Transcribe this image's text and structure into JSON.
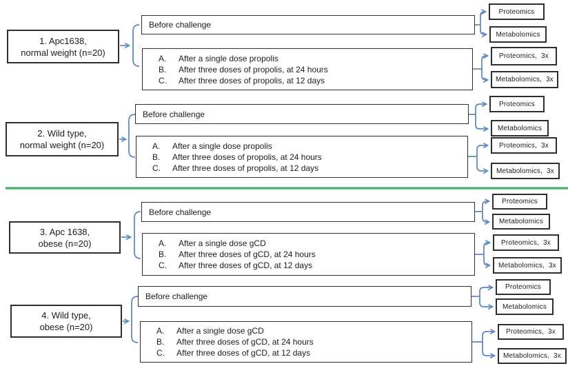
{
  "diagram": {
    "connector_color": "#5b87be",
    "divider_color": "#3db269",
    "box_border_color": "#2d2d2d",
    "groups": [
      {
        "label_line1": "1. Apc1638,",
        "label_line2": "normal weight (n=20)",
        "before_label": "Before challenge",
        "before_outputs": [
          "Proteomics",
          "Metabolomics"
        ],
        "after_items": [
          {
            "letter": "A.",
            "text": "After a single dose propolis"
          },
          {
            "letter": "B.",
            "text": "After three doses of propolis, at 24 hours"
          },
          {
            "letter": "C.",
            "text": "After three doses of propolis, at 12 days"
          }
        ],
        "after_outputs": [
          "Proteomics,  3x",
          "Metabolomics,  3x"
        ]
      },
      {
        "label_line1": "2. Wild type,",
        "label_line2": "normal weight (n=20)",
        "before_label": "Before challenge",
        "before_outputs": [
          "Proteomics",
          "Metabolomics"
        ],
        "after_items": [
          {
            "letter": "A.",
            "text": "After a single dose propolis"
          },
          {
            "letter": "B.",
            "text": "After three doses of propolis, at 24 hours"
          },
          {
            "letter": "C.",
            "text": "After three doses of propolis, at 12 days"
          }
        ],
        "after_outputs": [
          "Proteomics,  3x",
          "Metabolomics,  3x"
        ]
      },
      {
        "label_line1": "3. Apc 1638,",
        "label_line2": "obese (n=20)",
        "before_label": "Before challenge",
        "before_outputs": [
          "Proteomics",
          "Metabolomics"
        ],
        "after_items": [
          {
            "letter": "A.",
            "text": "After a single dose gCD"
          },
          {
            "letter": "B.",
            "text": "After three doses of gCD, at 24 hours"
          },
          {
            "letter": "C.",
            "text": "After three doses of gCD, at 12 days"
          }
        ],
        "after_outputs": [
          "Proteomics,  3x",
          "Metabolomics,  3x"
        ]
      },
      {
        "label_line1": "4. Wild type,",
        "label_line2": "obese (n=20)",
        "before_label": "Before challenge",
        "before_outputs": [
          "Proteomics",
          "Metabolomics"
        ],
        "after_items": [
          {
            "letter": "A.",
            "text": "After a single dose gCD"
          },
          {
            "letter": "B.",
            "text": "After three doses of gCD, at 24 hours"
          },
          {
            "letter": "C.",
            "text": "After three doses of gCD, at 12 days"
          }
        ],
        "after_outputs": [
          "Proteomics,  3x",
          "Metabolomics,  3x"
        ]
      }
    ]
  }
}
